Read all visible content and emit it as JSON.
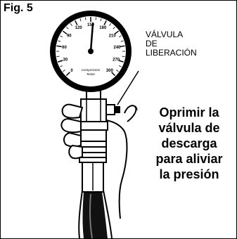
{
  "figure": {
    "title": "Fig. 5",
    "valve_label": "VÁLVULA\nDE\nLIBERACIÓN",
    "instruction": "Oprimir la\nválvula de\ndescarga\npara aliviar\nla presión"
  },
  "gauge": {
    "scale_labels": [
      "0",
      "30",
      "60",
      "90",
      "120",
      "150",
      "180",
      "210",
      "240",
      "270",
      "300"
    ],
    "brand_line1": "Compression",
    "brand_line2": "Tester",
    "needle_value": 155
  }
}
